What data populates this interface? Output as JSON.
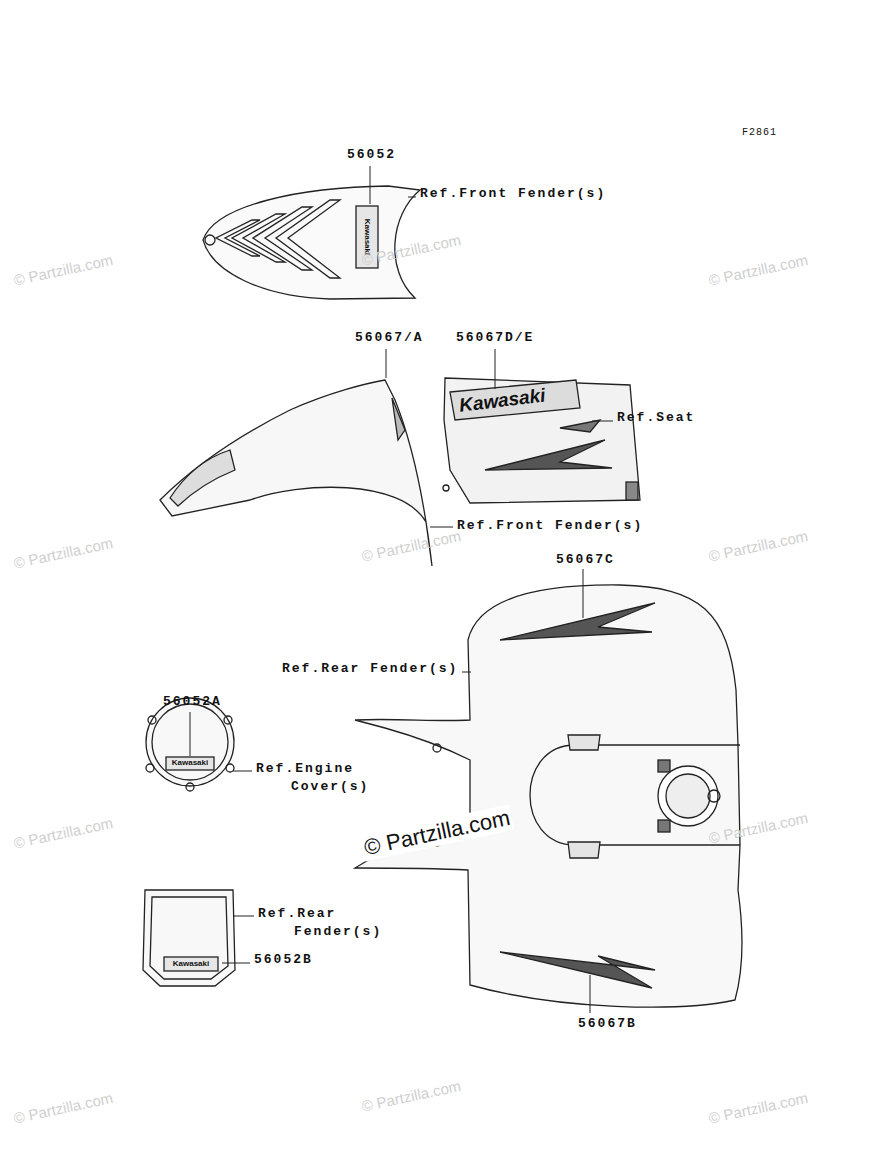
{
  "diagram": {
    "labels": [
      "F2861",
      "56052",
      "Kawasaki",
      "Ref.Front Fender(s)",
      "56067/A",
      "56067D/E",
      "Kawasaki",
      "Ref.Seat",
      "Ref.Front Fender(s)",
      "56067C",
      "Ref.Rear Fender(s)",
      "56052A",
      "Kawasaki",
      "Ref.Engine Cover(s)",
      "Ref.Rear Fender(s)",
      "56052B",
      "Kawasaki",
      "56067B",
      "© Partzilla.com",
      "© Partzilla.com",
      "© Partzilla.com",
      "© Partzilla.com",
      "© Partzilla.com",
      "© Partzilla.com",
      "© Partzilla.com",
      "© Partzilla.com",
      "© Partzilla.com",
      "© Partzilla.com",
      "© Partzilla.com",
      "© Partzilla.com"
    ]
  }
}
